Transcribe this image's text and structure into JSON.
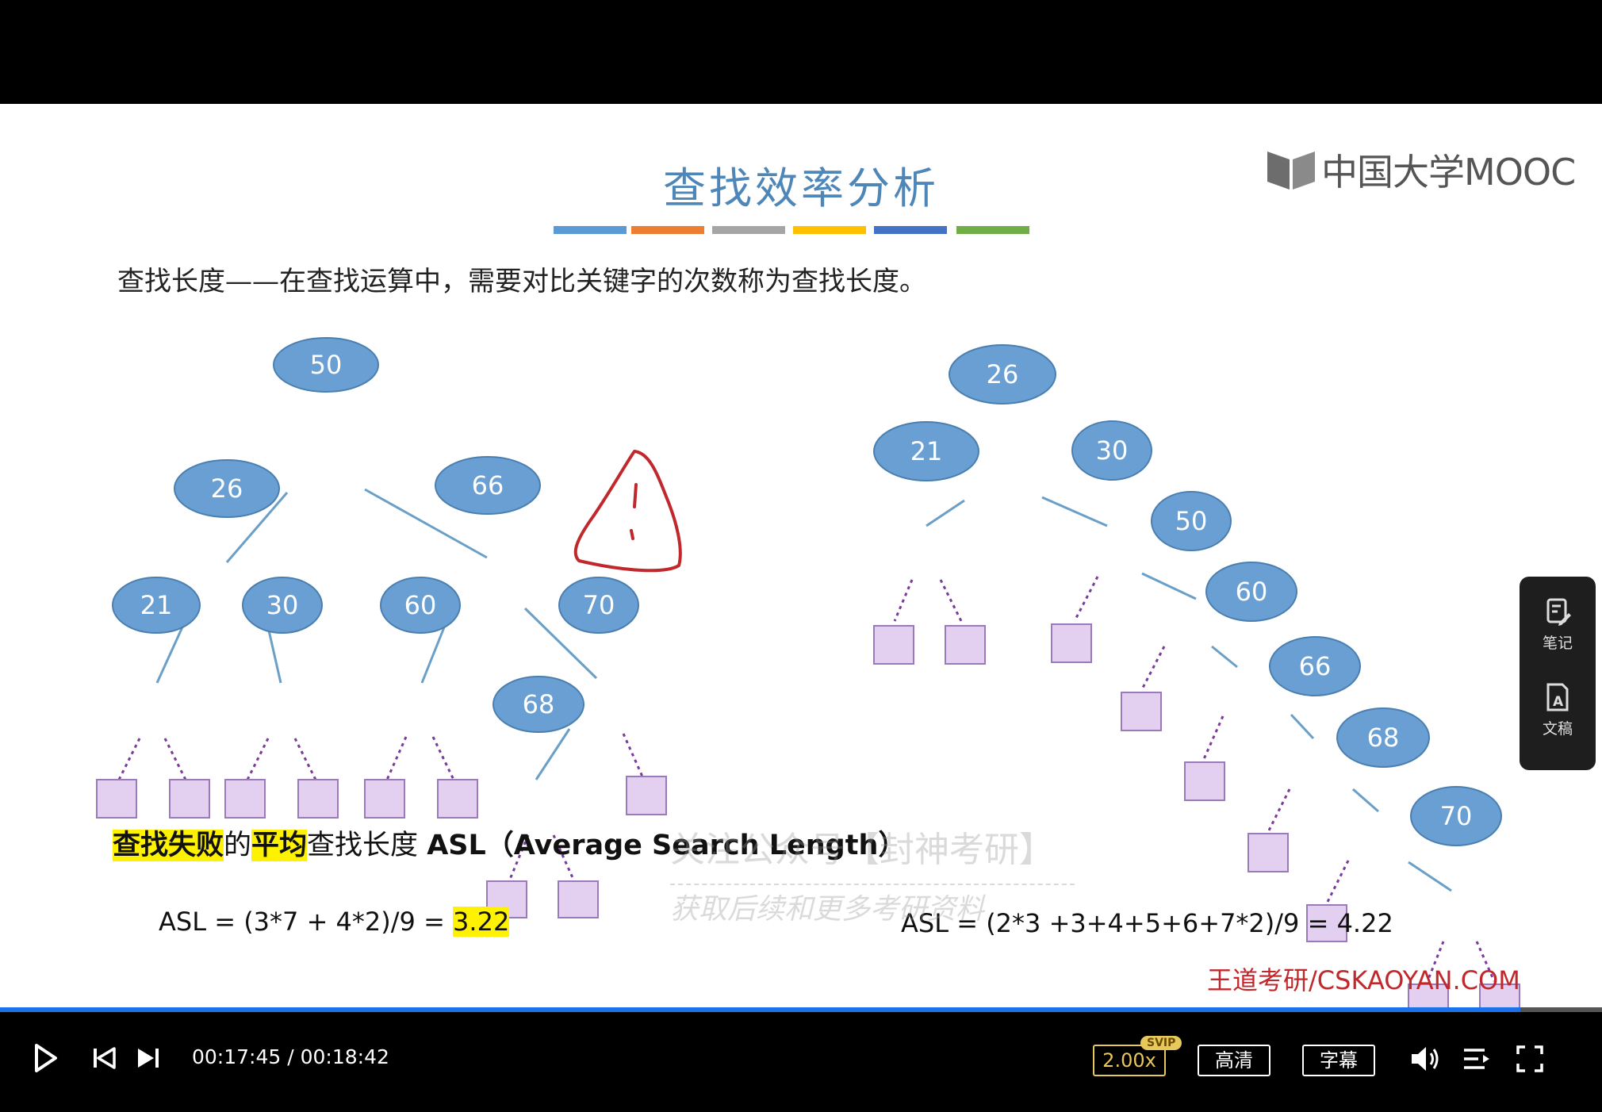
{
  "slide": {
    "title": "查找效率分析",
    "color_bars": [
      "#5b9bd5",
      "#ed7d31",
      "#a5a5a5",
      "#ffc000",
      "#4472c4",
      "#70ad47"
    ],
    "logo_text": "中国大学MOOC",
    "definition": "查找长度——在查找运算中，需要对比关键字的次数称为查找长度。",
    "asl_heading": {
      "part1": "查找失败",
      "part2": "的",
      "part3": "平均",
      "part4": "查找长度 ",
      "part5": "ASL",
      "part6": "（Average Search Length）"
    },
    "asl_left": {
      "formula": "ASL = (3*7 + 4*2)/9 = ",
      "result": "3.22"
    },
    "asl_right": "ASL = (2*3 +3+4+5+6+7*2)/9 = 4.22",
    "watermark_line1": "关注公众号【封神考研】",
    "watermark_line2": "获取后续和更多考研资料",
    "footer_brand": "王道考研/CSKAOYAN.COM",
    "tree_left_nodes": [
      "50",
      "26",
      "66",
      "21",
      "30",
      "60",
      "70",
      "68"
    ],
    "tree_right_nodes": [
      "26",
      "21",
      "30",
      "50",
      "60",
      "66",
      "68",
      "70"
    ],
    "node_fill": "#6a9fd4",
    "fail_fill": "#e3cff0",
    "annotation_color": "#c0282c"
  },
  "side_panel": {
    "notes_label": "笔记",
    "notes_icon": "note-edit-icon",
    "transcript_label": "文稿",
    "transcript_icon": "document-ai-icon"
  },
  "player": {
    "current_time": "00:17:45",
    "total_time": "00:18:42",
    "time_display": "00:17:45 / 00:18:42",
    "progress_fraction": 0.949,
    "speed_label": "2.00x",
    "svip_badge": "SVIP",
    "quality_label": "高清",
    "subtitle_label": "字幕"
  }
}
